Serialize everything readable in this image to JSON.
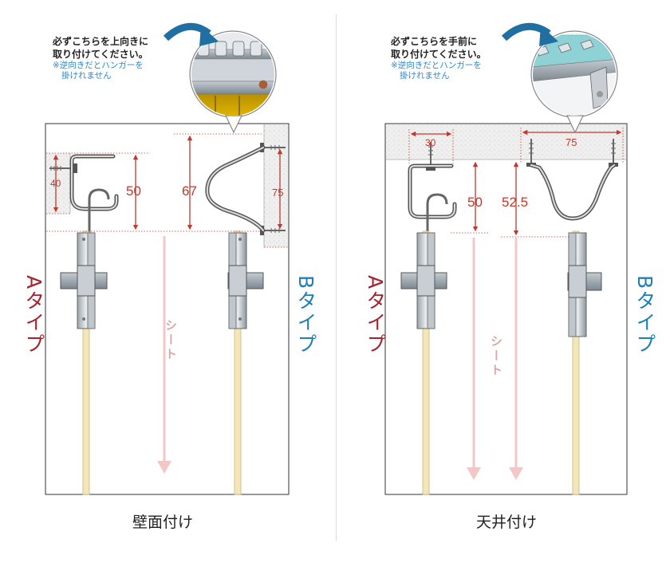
{
  "left_panel": {
    "note_line1": "必ずこちらを上向きに",
    "note_line2": "取り付けてください。",
    "note_sub1": "※逆向きだとハンガーを",
    "note_sub2": "掛けれません",
    "dim_40": "40",
    "dim_50": "50",
    "dim_67": "67",
    "dim_75": "75",
    "type_a": "Aタイプ",
    "type_b": "Bタイプ",
    "sheet": "シート",
    "caption": "壁面付け"
  },
  "right_panel": {
    "note_line1": "必ずこちらを手前に",
    "note_line2": "取り付けてください。",
    "note_sub1": "※逆向きだとハンガーを",
    "note_sub2": "掛けれません",
    "dim_30": "30",
    "dim_75": "75",
    "dim_50": "50",
    "dim_52_5": "52.5",
    "type_a": "Aタイプ",
    "type_b": "Bタイプ",
    "sheet": "シート",
    "caption": "天井付け"
  },
  "colors": {
    "dimension_red": "#c0392b",
    "sheet_arrow_pink": "#f3c7c7",
    "type_a_red": "#a4232c",
    "type_b_blue": "#1f80b5",
    "callout_arrow_blue": "#1f6fa3",
    "wall_gray": "#efefef",
    "rod_cream": "#f3e6b8"
  }
}
